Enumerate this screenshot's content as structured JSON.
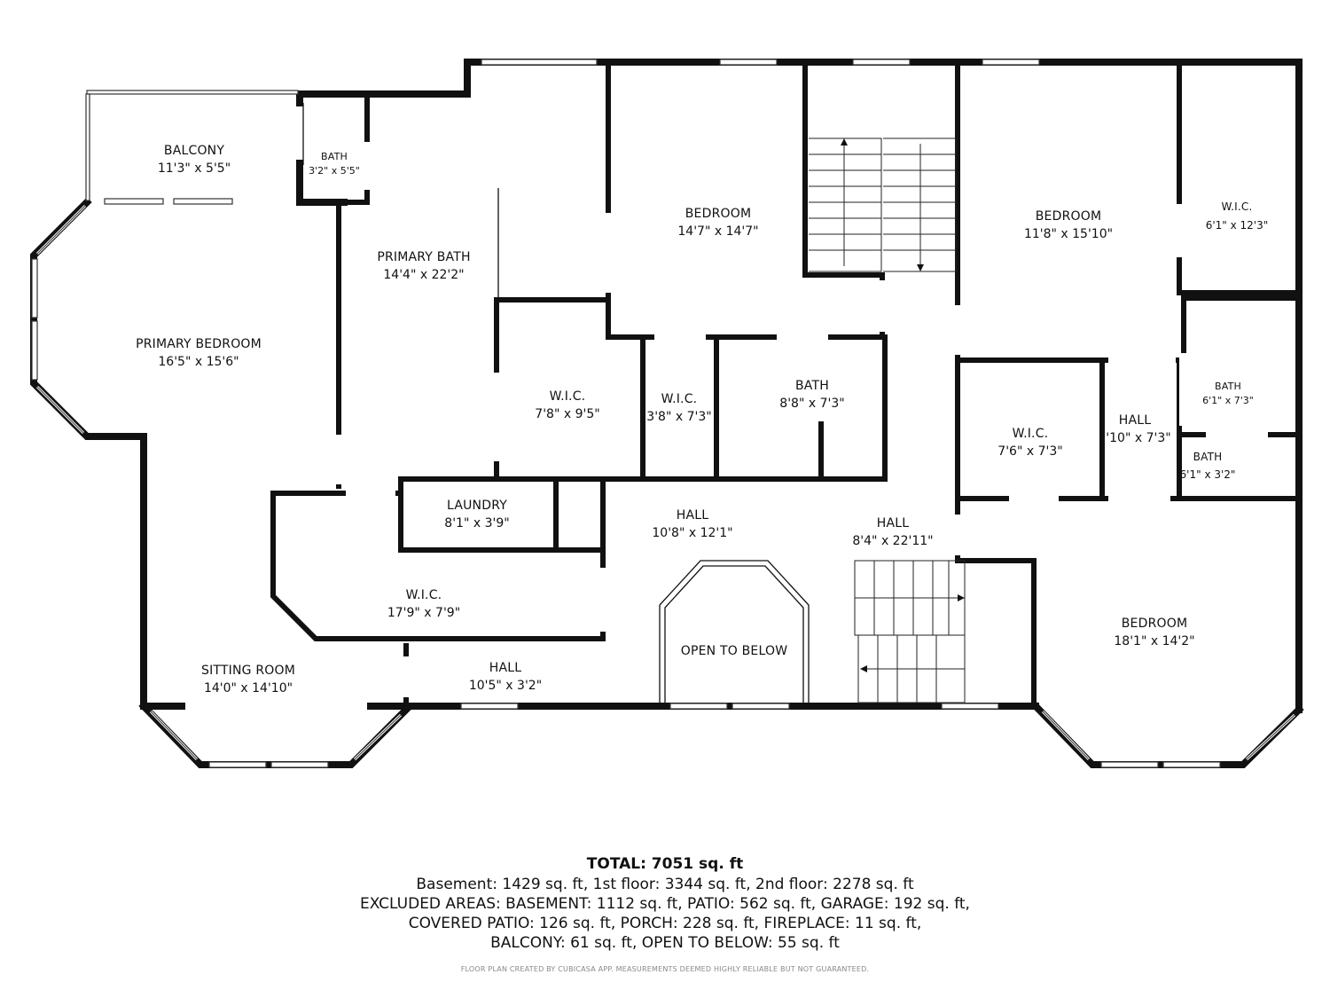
{
  "rooms": {
    "balcony": {
      "name": "BALCONY",
      "dim": "11'3\" x 5'5\""
    },
    "bath_small": {
      "name": "BATH",
      "dim": "3'2\" x 5'5\""
    },
    "primary_bath": {
      "name": "PRIMARY BATH",
      "dim": "14'4\" x 22'2\""
    },
    "bedroom_1": {
      "name": "BEDROOM",
      "dim": "14'7\" x 14'7\""
    },
    "bedroom_2": {
      "name": "BEDROOM",
      "dim": "11'8\" x 15'10\""
    },
    "wic_right": {
      "name": "W.I.C.",
      "dim": "6'1\" x 12'3\""
    },
    "primary_bedroom": {
      "name": "PRIMARY BEDROOM",
      "dim": "16'5\" x 15'6\""
    },
    "wic_1": {
      "name": "W.I.C.",
      "dim": "7'8\" x 9'5\""
    },
    "wic_2": {
      "name": "W.I.C.",
      "dim": "3'8\" x 7'3\""
    },
    "bath_center": {
      "name": "BATH",
      "dim": "8'8\" x 7'3\""
    },
    "wic_3": {
      "name": "W.I.C.",
      "dim": "7'6\" x 7'3\""
    },
    "hall_small": {
      "name": "HALL",
      "dim": "'10\" x 7'3\""
    },
    "bath_right_1": {
      "name": "BATH",
      "dim": "6'1\" x 7'3\""
    },
    "bath_right_2": {
      "name": "BATH",
      "dim": "6'1\" x 3'2\""
    },
    "laundry": {
      "name": "LAUNDRY",
      "dim": "8'1\" x 3'9\""
    },
    "hall_center": {
      "name": "HALL",
      "dim": "10'8\" x 12'1\""
    },
    "hall_long": {
      "name": "HALL",
      "dim": "8'4\" x 22'11\""
    },
    "wic_big": {
      "name": "W.I.C.",
      "dim": "17'9\" x 7'9\""
    },
    "open_to_below": {
      "name": "OPEN TO BELOW"
    },
    "bedroom_3": {
      "name": "BEDROOM",
      "dim": "18'1\" x 14'2\""
    },
    "sitting_room": {
      "name": "SITTING ROOM",
      "dim": "14'0\" x 14'10\""
    },
    "hall_bottom": {
      "name": "HALL",
      "dim": "10'5\" x 3'2\""
    }
  },
  "summary": {
    "total": "TOTAL: 7051 sq. ft",
    "line1": "Basement: 1429 sq. ft, 1st floor: 3344 sq. ft, 2nd floor: 2278 sq. ft",
    "line2": "EXCLUDED AREAS: BASEMENT: 1112 sq. ft, PATIO: 562 sq. ft, GARAGE: 192 sq. ft,",
    "line3": "COVERED PATIO: 126 sq. ft, PORCH: 228 sq. ft, FIREPLACE: 11 sq. ft,",
    "line4": "BALCONY: 61 sq. ft, OPEN TO BELOW: 55 sq. ft",
    "disclaimer": "FLOOR PLAN CREATED BY CUBICASA APP. MEASUREMENTS DEEMED HIGHLY RELIABLE BUT NOT GUARANTEED."
  }
}
